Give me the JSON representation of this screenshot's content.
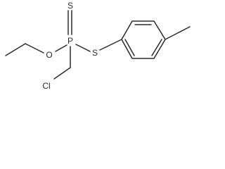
{
  "molecule": {
    "atoms": {
      "phosphorus": "P",
      "thione_sulfur": "S",
      "thioether_sulfur": "S",
      "ether_oxygen": "O",
      "chlorine": "Cl"
    }
  }
}
